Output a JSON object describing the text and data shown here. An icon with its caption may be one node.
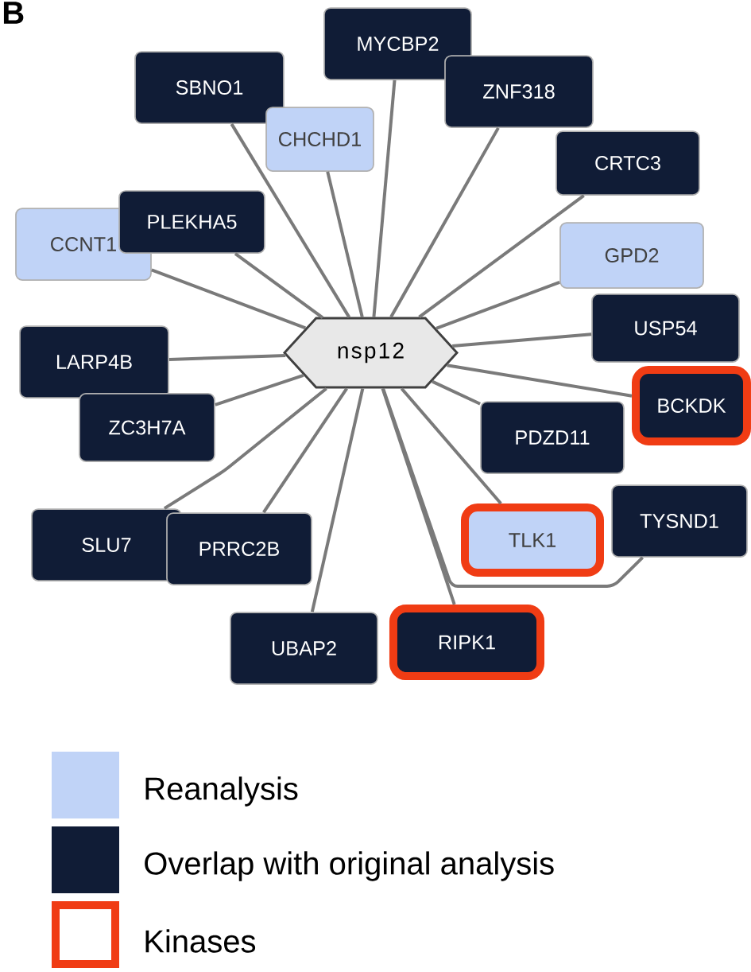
{
  "diagram": {
    "nodes": [
      {
        "text": [
          "nsp12"
        ]
      },
      {
        "text": [
          "MYCBP2"
        ]
      },
      {
        "text": [
          "SBNO1"
        ]
      },
      {
        "text": [
          "ZNF318"
        ]
      },
      {
        "text": [
          "CHCHD1"
        ]
      },
      {
        "text": [
          "CRTC3"
        ]
      },
      {
        "text": [
          "CCNT1"
        ]
      },
      {
        "text": [
          "PLEKHA5"
        ]
      },
      {
        "text": [
          "GPD2"
        ]
      },
      {
        "text": [
          "USP54"
        ]
      },
      {
        "text": [
          "LARP4B"
        ]
      },
      {
        "text": [
          "ZC3H7A"
        ]
      },
      {
        "text": [
          "PDZD11"
        ]
      },
      {
        "text": [
          "BCKDK"
        ]
      },
      {
        "text": [
          "SLU7"
        ]
      },
      {
        "text": [
          "PRRC2B"
        ]
      },
      {
        "text": [
          "TLK1"
        ]
      },
      {
        "text": [
          "TYSND1"
        ]
      },
      {
        "text": [
          "UBAP2"
        ]
      },
      {
        "text": [
          "RIPK1"
        ]
      }
    ],
    "edges": [
      {
        "from": 0,
        "to": 1,
        "arrow": "none"
      },
      {
        "from": 0,
        "to": 2,
        "arrow": "none"
      },
      {
        "from": 0,
        "to": 3,
        "arrow": "none"
      },
      {
        "from": 0,
        "to": 4,
        "arrow": "none"
      },
      {
        "from": 0,
        "to": 5,
        "arrow": "none"
      },
      {
        "from": 0,
        "to": 6,
        "arrow": "none"
      },
      {
        "from": 0,
        "to": 7,
        "arrow": "none"
      },
      {
        "from": 0,
        "to": 8,
        "arrow": "none"
      },
      {
        "from": 0,
        "to": 9,
        "arrow": "none"
      },
      {
        "from": 0,
        "to": 10,
        "arrow": "none"
      },
      {
        "from": 0,
        "to": 11,
        "arrow": "none"
      },
      {
        "from": 0,
        "to": 12,
        "arrow": "none"
      },
      {
        "from": 0,
        "to": 13,
        "arrow": "none"
      },
      {
        "from": 0,
        "to": 14,
        "arrow": "none"
      },
      {
        "from": 0,
        "to": 15,
        "arrow": "none"
      },
      {
        "from": 0,
        "to": 16,
        "arrow": "none"
      },
      {
        "from": 0,
        "to": 17,
        "arrow": "none"
      },
      {
        "from": 0,
        "to": 18,
        "arrow": "none"
      },
      {
        "from": 0,
        "to": 19,
        "arrow": "none"
      }
    ],
    "labels": [
      "B"
    ],
    "legend": [
      {
        "text": "Reanalysis",
        "color": "#c0d3f7"
      },
      {
        "text": "Overlap with original analysis",
        "color": "#101c36"
      },
      {
        "text": "Kinases"
      }
    ]
  }
}
